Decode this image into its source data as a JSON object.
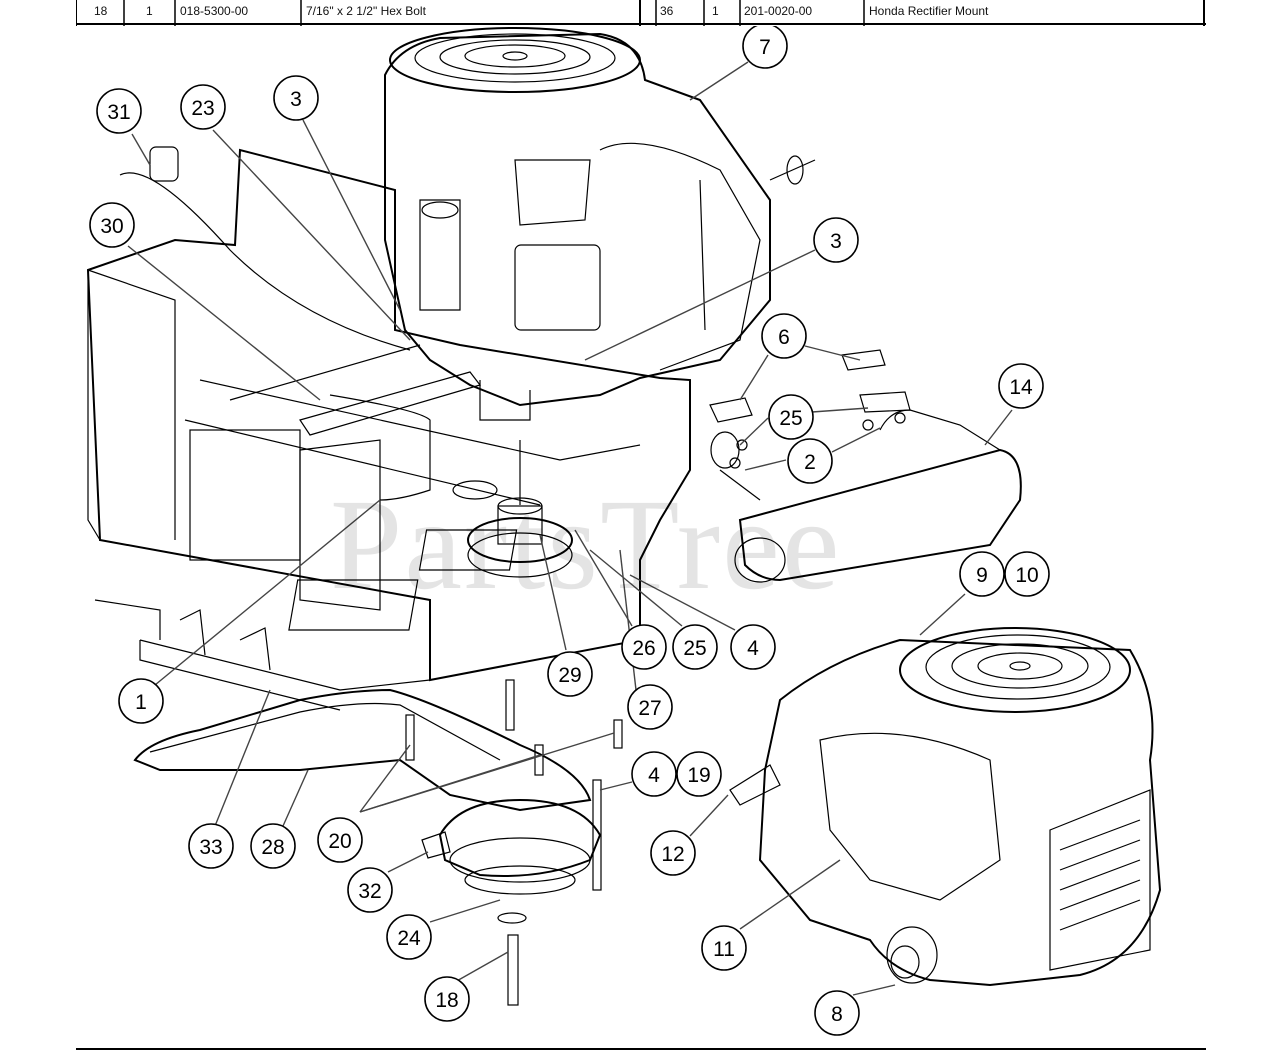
{
  "parts_table_row": {
    "left": {
      "ref": "18",
      "qty": "1",
      "part_no": "018-5300-00",
      "description": "7/16\" x 2 1/2\" Hex Bolt"
    },
    "right": {
      "ref": "36",
      "qty": "1",
      "part_no": "201-0020-00",
      "description": "Honda Rectifier Mount"
    }
  },
  "watermark": "PartsTree",
  "callouts": [
    {
      "id": "c31",
      "label": "31"
    },
    {
      "id": "c23",
      "label": "23"
    },
    {
      "id": "c3a",
      "label": "3"
    },
    {
      "id": "c7",
      "label": "7"
    },
    {
      "id": "c30",
      "label": "30"
    },
    {
      "id": "c3b",
      "label": "3"
    },
    {
      "id": "c6",
      "label": "6"
    },
    {
      "id": "c14",
      "label": "14"
    },
    {
      "id": "c25a",
      "label": "25"
    },
    {
      "id": "c2",
      "label": "2"
    },
    {
      "id": "c9",
      "label": "9"
    },
    {
      "id": "c10",
      "label": "10"
    },
    {
      "id": "c26",
      "label": "26"
    },
    {
      "id": "c25b",
      "label": "25"
    },
    {
      "id": "c4a",
      "label": "4"
    },
    {
      "id": "c29",
      "label": "29"
    },
    {
      "id": "c27",
      "label": "27"
    },
    {
      "id": "c1",
      "label": "1"
    },
    {
      "id": "c4b",
      "label": "4"
    },
    {
      "id": "c19",
      "label": "19"
    },
    {
      "id": "c20",
      "label": "20"
    },
    {
      "id": "c33",
      "label": "33"
    },
    {
      "id": "c28",
      "label": "28"
    },
    {
      "id": "c12",
      "label": "12"
    },
    {
      "id": "c32",
      "label": "32"
    },
    {
      "id": "c11",
      "label": "11"
    },
    {
      "id": "c24",
      "label": "24"
    },
    {
      "id": "c8",
      "label": "8"
    },
    {
      "id": "c18",
      "label": "18"
    }
  ]
}
